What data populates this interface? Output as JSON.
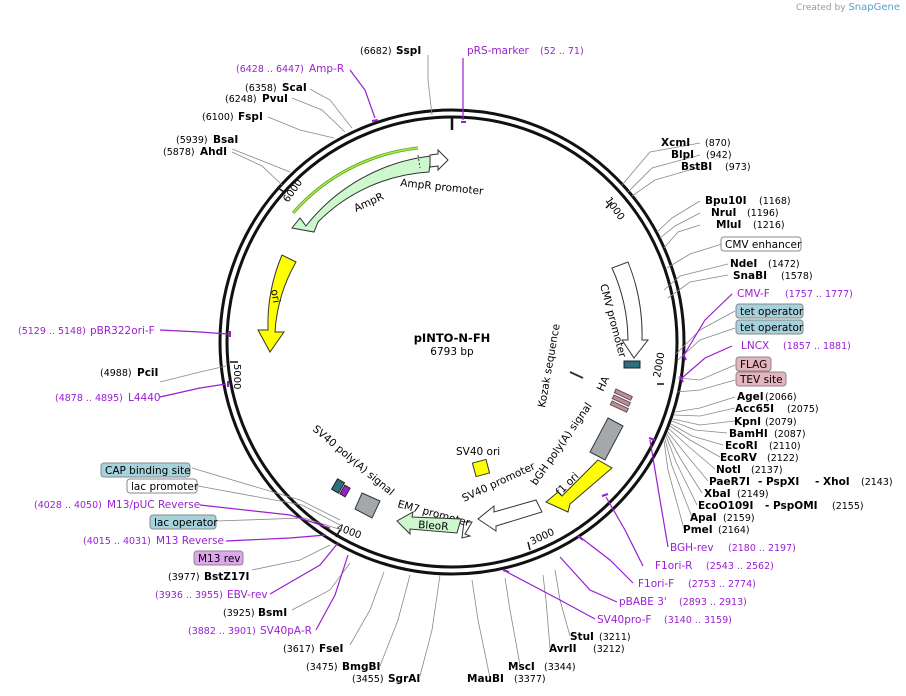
{
  "credit": {
    "prefix": "Created by",
    "brand": "SnapGene"
  },
  "plasmid": {
    "name": "pINTO-N-FH",
    "size": "6793 bp"
  },
  "ticks": [
    "1000",
    "2000",
    "3000",
    "4000",
    "5000",
    "6000"
  ],
  "sites_right": [
    {
      "name": "XcmI",
      "pos": "(870)"
    },
    {
      "name": "BlpI",
      "pos": "(942)"
    },
    {
      "name": "BstBI",
      "pos": "(973)"
    },
    {
      "name": "Bpu10I",
      "pos": "(1168)"
    },
    {
      "name": "NruI",
      "pos": "(1196)"
    },
    {
      "name": "MluI",
      "pos": "(1216)"
    },
    {
      "name": "NdeI",
      "pos": "(1472)"
    },
    {
      "name": "SnaBI",
      "pos": "(1578)"
    },
    {
      "name": "AgeI",
      "pos": "(2066)"
    },
    {
      "name": "Acc65I",
      "pos": "(2075)"
    },
    {
      "name": "KpnI",
      "pos": "(2079)"
    },
    {
      "name": "BamHI",
      "pos": "(2087)"
    },
    {
      "name": "EcoRI",
      "pos": "(2110)"
    },
    {
      "name": "EcoRV",
      "pos": "(2122)"
    },
    {
      "name": "NotI",
      "pos": "(2137)"
    },
    {
      "name": "ApaI",
      "pos": "(2159)"
    },
    {
      "name": "PmeI",
      "pos": "(2164)"
    }
  ],
  "sites_pairs": [
    {
      "a": "PaeR7I",
      "sep": "- PspXI",
      "b": "- XhoI",
      "pos": "(2143)"
    },
    {
      "a": "XbaI",
      "sep": "",
      "b": "",
      "pos": "(2149)"
    },
    {
      "a": "EcoO109I",
      "sep": "",
      "b": "- PspOMI",
      "pos": "(2155)"
    }
  ],
  "sites_bottom": [
    {
      "name": "StuI",
      "pos": "(3211)"
    },
    {
      "name": "AvrII",
      "pos": "(3212)"
    },
    {
      "name": "MscI",
      "pos": "(3344)"
    },
    {
      "name": "MauBI",
      "pos": "(3377)"
    },
    {
      "name": "SgrAI",
      "pos": "(3455)"
    },
    {
      "name": "BmgBI",
      "pos": "(3475)"
    },
    {
      "name": "FseI",
      "pos": "(3617)"
    },
    {
      "name": "BsmI",
      "pos": "(3925)"
    },
    {
      "name": "BstZ17I",
      "pos": "(3977)"
    }
  ],
  "sites_left": [
    {
      "name": "SspI",
      "pos": "(6682)"
    },
    {
      "name": "ScaI",
      "pos": "(6358)"
    },
    {
      "name": "PvuI",
      "pos": "(6248)"
    },
    {
      "name": "FspI",
      "pos": "(6100)"
    },
    {
      "name": "BsaI",
      "pos": "(5939)"
    },
    {
      "name": "AhdI",
      "pos": "(5878)"
    },
    {
      "name": "PciI",
      "pos": "(4988)"
    }
  ],
  "primers": [
    {
      "name": "pRS-marker",
      "pos": "(52 .. 71)"
    },
    {
      "name": "Amp-R",
      "pos": "(6428 .. 6447)"
    },
    {
      "name": "CMV-F",
      "pos": "(1757 .. 1777)"
    },
    {
      "name": "LNCX",
      "pos": "(1857 .. 1881)"
    },
    {
      "name": "BGH-rev",
      "pos": "(2180 .. 2197)"
    },
    {
      "name": "F1ori-R",
      "pos": "(2543 .. 2562)"
    },
    {
      "name": "F1ori-F",
      "pos": "(2753 .. 2774)"
    },
    {
      "name": "pBABE 3'",
      "pos": "(2893 .. 2913)"
    },
    {
      "name": "SV40pro-F",
      "pos": "(3140 .. 3159)"
    },
    {
      "name": "pBR322ori-F",
      "pos": "(5129 .. 5148)"
    },
    {
      "name": "L4440",
      "pos": "(4878 .. 4895)"
    },
    {
      "name": "M13/pUC Reverse",
      "pos": "(4028 .. 4050)"
    },
    {
      "name": "M13 Reverse",
      "pos": "(4015 .. 4031)"
    },
    {
      "name": "EBV-rev",
      "pos": "(3936 .. 3955)"
    },
    {
      "name": "SV40pA-R",
      "pos": "(3882 .. 3901)"
    }
  ],
  "boxed": [
    {
      "name": "CMV enhancer",
      "style": "white"
    },
    {
      "name": "tet operator",
      "style": "blue"
    },
    {
      "name": "tet operator",
      "style": "blue"
    },
    {
      "name": "FLAG",
      "style": "pink"
    },
    {
      "name": "TEV site",
      "style": "pink"
    },
    {
      "name": "CAP binding site",
      "style": "blue"
    },
    {
      "name": "lac promoter",
      "style": "white"
    },
    {
      "name": "lac operator",
      "style": "blue"
    },
    {
      "name": "M13 rev",
      "style": "purple"
    }
  ],
  "features": {
    "ampr_promoter": "AmpR promoter",
    "ampr": "AmpR",
    "ori": "ori",
    "cmv_promoter": "CMV promoter",
    "kozak": "Kozak sequence",
    "ha": "HA",
    "bgh": "bGH poly(A) signal",
    "f1ori": "f1 ori",
    "sv40_promoter": "SV40 promoter",
    "sv40_ori": "SV40 ori",
    "em7": "EM7 promoter",
    "bleor": "BleoR",
    "sv40_pa": "SV40 poly(A) signal"
  },
  "colors": {
    "primer": "#9a1fd0",
    "ampr_fill": "#cdf7cd",
    "ori_fill": "#ffff00",
    "blue_box": "#a6d2dc",
    "pink_box": "#e6b4bc",
    "purple_box": "#e0a6ec"
  }
}
